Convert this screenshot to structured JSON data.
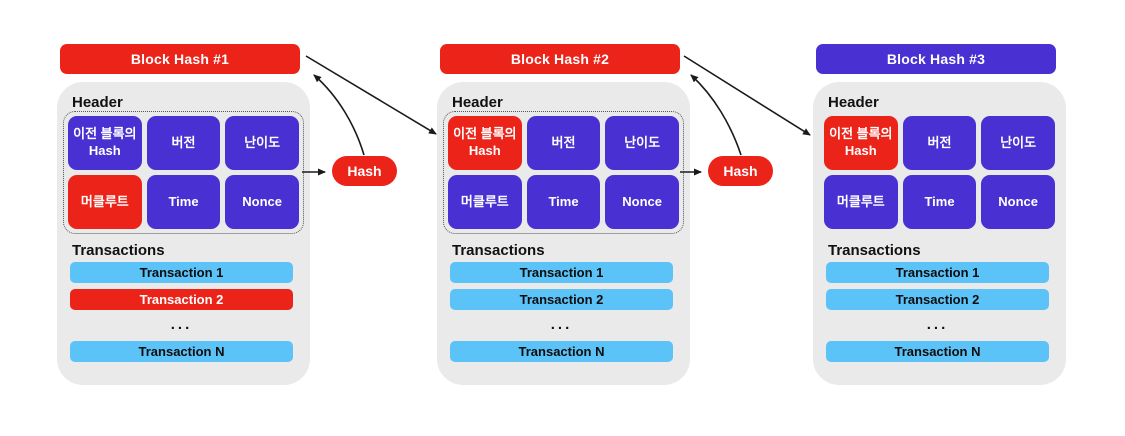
{
  "colors": {
    "red": "#EC2318",
    "purple": "#4930D2",
    "light_blue": "#5BC3F7",
    "block_background": "#EAEAEA",
    "page_background": "#FFFFFF",
    "arrow": "#1A1A1A"
  },
  "hash_nodes": [
    {
      "label": "Hash"
    },
    {
      "label": "Hash"
    }
  ],
  "blocks": [
    {
      "banner": "Block Hash #1",
      "banner_color": "red",
      "header_label": "Header",
      "border": "dotted",
      "cells": [
        {
          "label": "이전 블록의 Hash",
          "color": "purple"
        },
        {
          "label": "버전",
          "color": "purple"
        },
        {
          "label": "난이도",
          "color": "purple"
        },
        {
          "label": "머클루트",
          "color": "red"
        },
        {
          "label": "Time",
          "color": "purple"
        },
        {
          "label": "Nonce",
          "color": "purple"
        }
      ],
      "transactions_label": "Transactions",
      "transactions": [
        {
          "label": "Transaction 1",
          "color": "blue"
        },
        {
          "label": "Transaction 2",
          "color": "red"
        },
        {
          "label": "...",
          "color": "none"
        },
        {
          "label": "Transaction N",
          "color": "blue"
        }
      ]
    },
    {
      "banner": "Block Hash #2",
      "banner_color": "red",
      "header_label": "Header",
      "border": "dotted",
      "cells": [
        {
          "label": "이전 블록의 Hash",
          "color": "red"
        },
        {
          "label": "버전",
          "color": "purple"
        },
        {
          "label": "난이도",
          "color": "purple"
        },
        {
          "label": "머클루트",
          "color": "purple"
        },
        {
          "label": "Time",
          "color": "purple"
        },
        {
          "label": "Nonce",
          "color": "purple"
        }
      ],
      "transactions_label": "Transactions",
      "transactions": [
        {
          "label": "Transaction 1",
          "color": "blue"
        },
        {
          "label": "Transaction 2",
          "color": "blue"
        },
        {
          "label": "...",
          "color": "none"
        },
        {
          "label": "Transaction N",
          "color": "blue"
        }
      ]
    },
    {
      "banner": "Block Hash #3",
      "banner_color": "purple",
      "header_label": "Header",
      "border": "plain",
      "cells": [
        {
          "label": "이전 블록의 Hash",
          "color": "red"
        },
        {
          "label": "버전",
          "color": "purple"
        },
        {
          "label": "난이도",
          "color": "purple"
        },
        {
          "label": "머클루트",
          "color": "purple"
        },
        {
          "label": "Time",
          "color": "purple"
        },
        {
          "label": "Nonce",
          "color": "purple"
        }
      ],
      "transactions_label": "Transactions",
      "transactions": [
        {
          "label": "Transaction 1",
          "color": "blue"
        },
        {
          "label": "Transaction 2",
          "color": "blue"
        },
        {
          "label": "...",
          "color": "none"
        },
        {
          "label": "Transaction N",
          "color": "blue"
        }
      ]
    }
  ]
}
